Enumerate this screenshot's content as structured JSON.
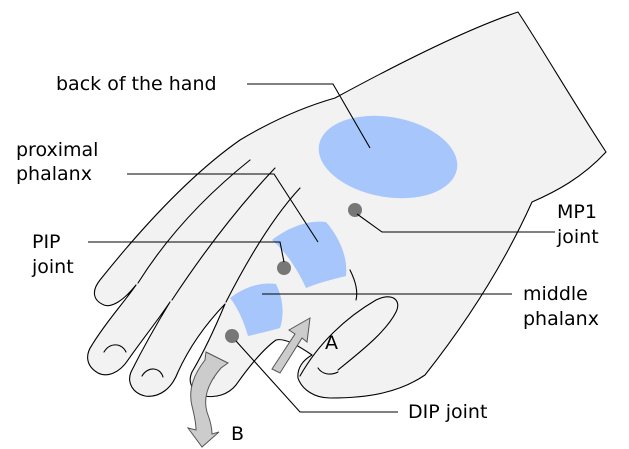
{
  "labels": {
    "back_of_hand": "back of the hand",
    "proximal_1": "proximal",
    "proximal_2": "phalanx",
    "pip_1": "PIP",
    "pip_2": "joint",
    "mp1_1": "MP1",
    "mp1_2": "joint",
    "middle_1": "middle",
    "middle_2": "phalanx",
    "arrow_a": "A",
    "arrow_b": "B",
    "dip": "DIP joint"
  },
  "colors": {
    "skin": "#f2f2f2",
    "sensor_patch": "#a7c6fb",
    "joint_marker": "#777777",
    "arrow_fill": "#cccccc"
  }
}
